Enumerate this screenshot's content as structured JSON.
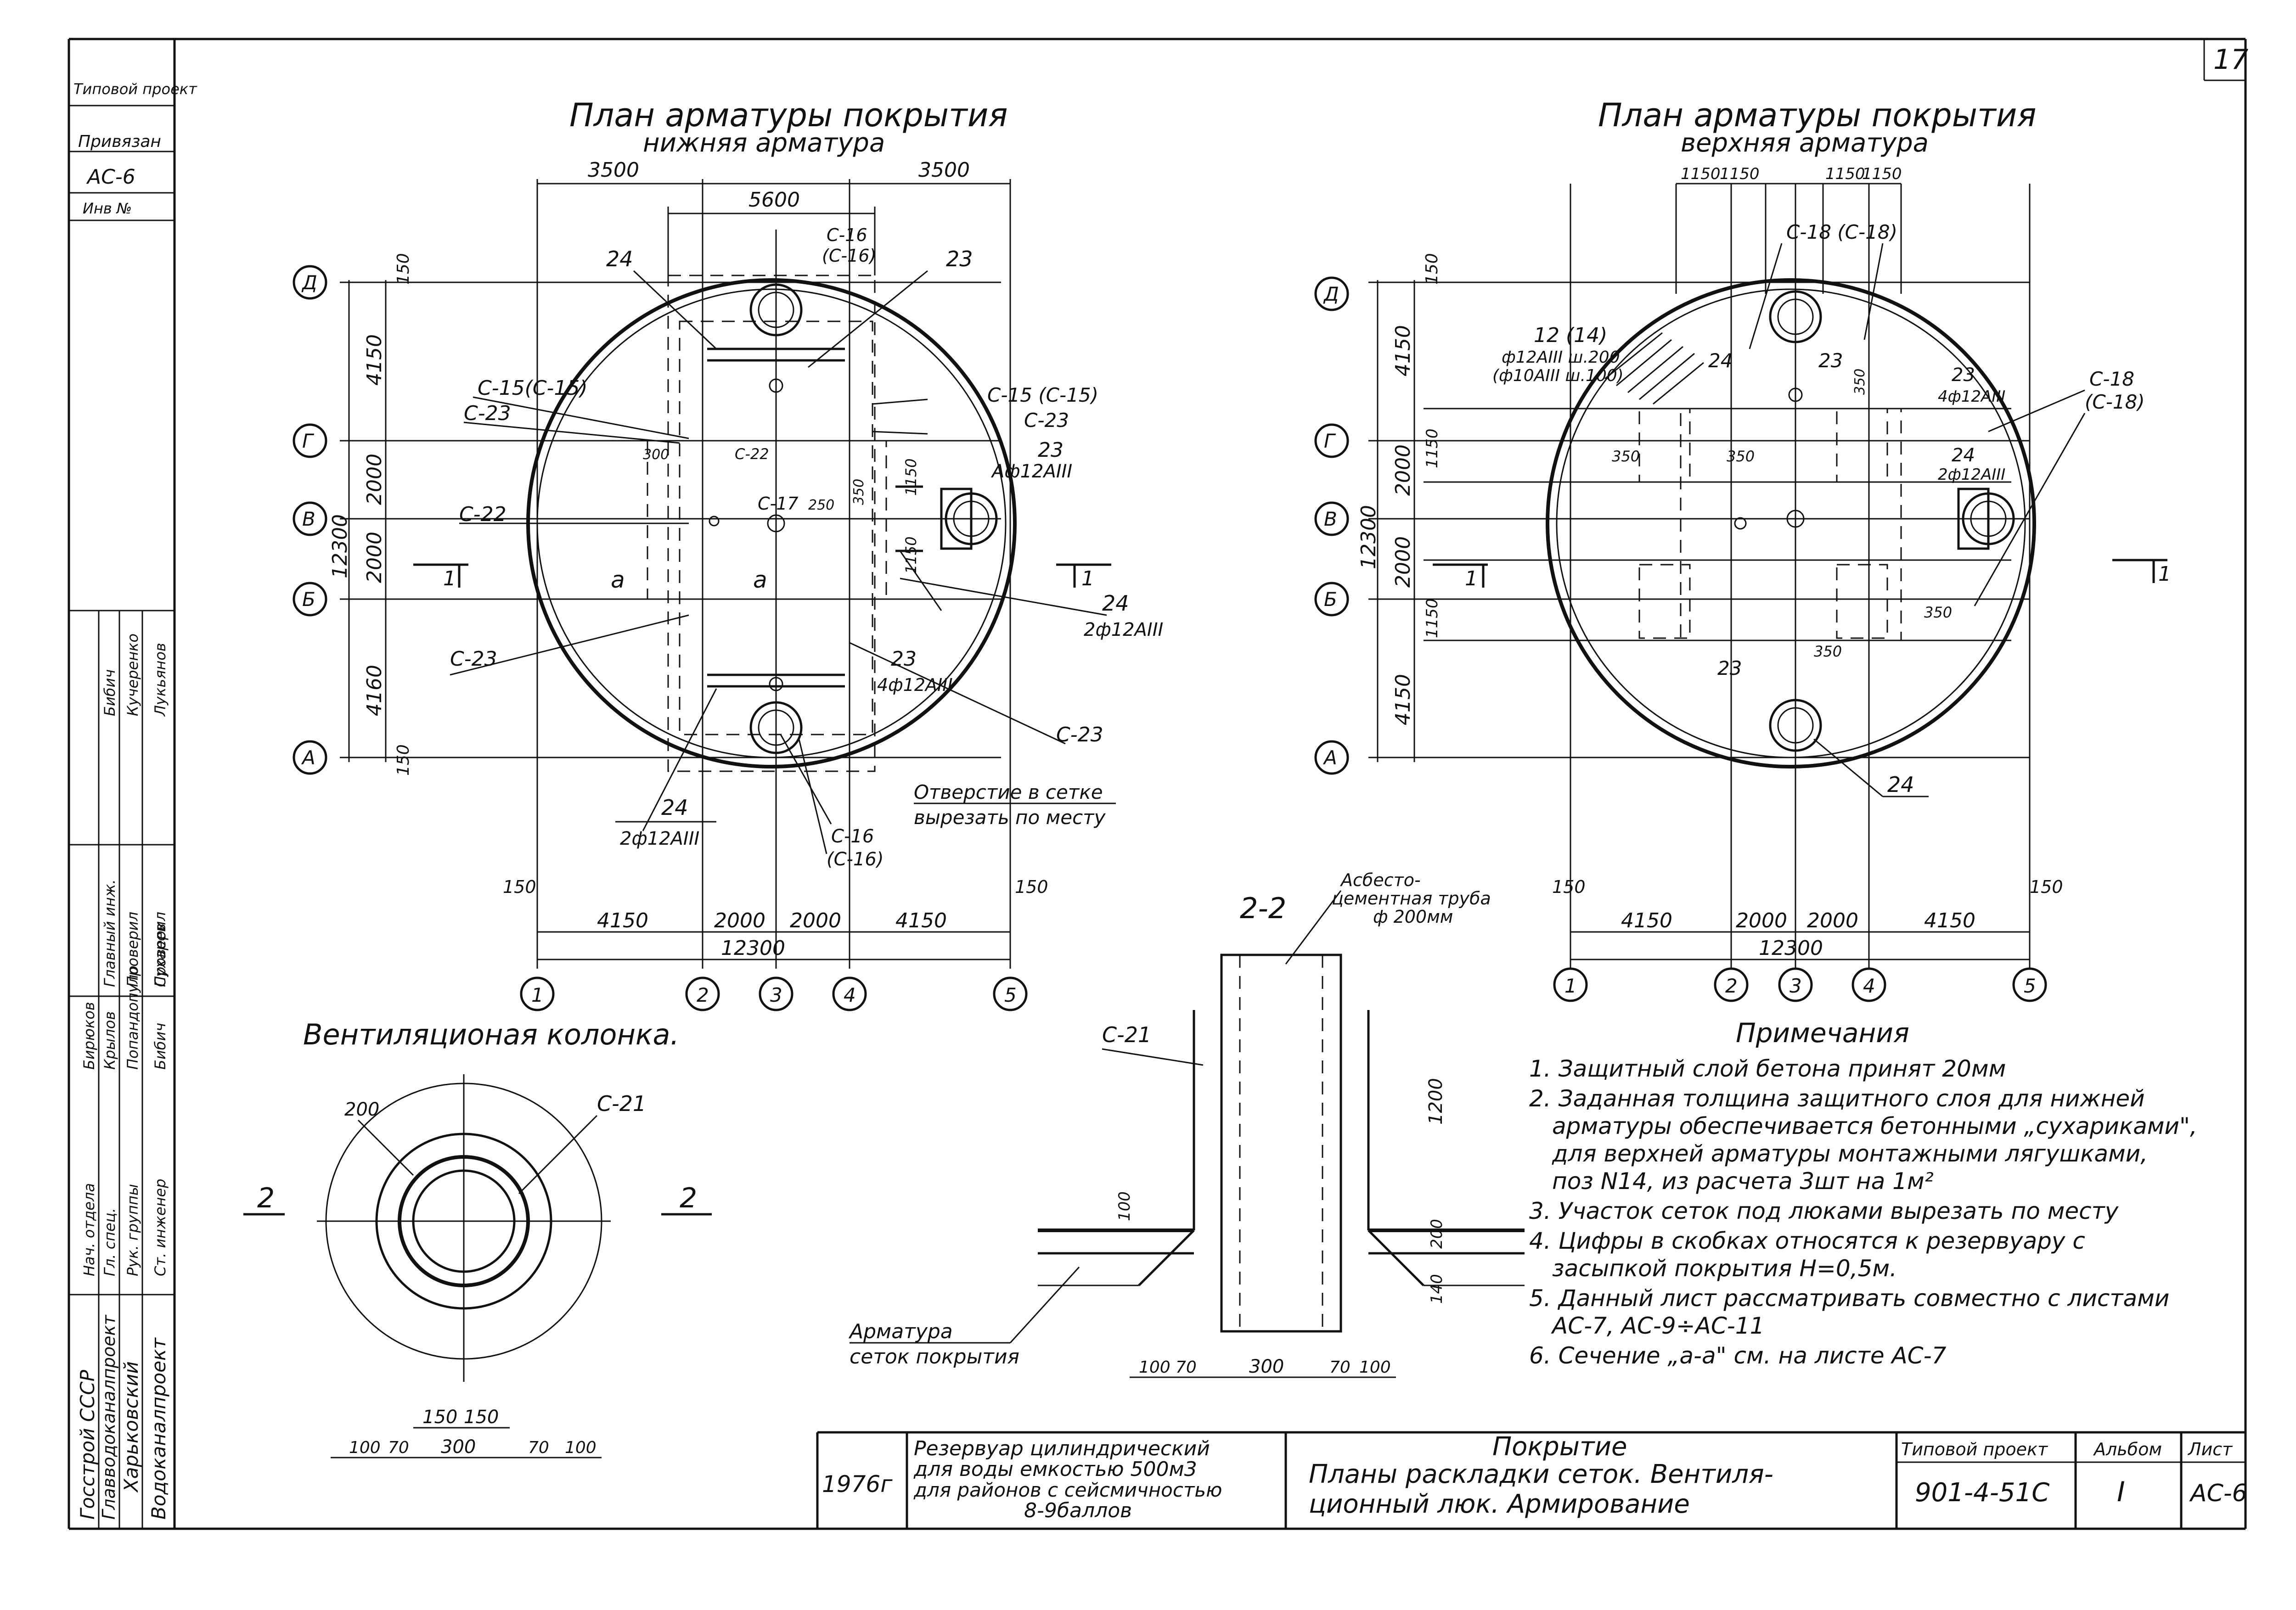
{
  "sheet_number": "17",
  "left_margin": {
    "stamp_top": [
      "Типовой проект",
      "Привязан",
      "АС-6",
      "Инв №"
    ],
    "org_lines": [
      "Госстрой СССР",
      "Главводоканалпроект",
      "Харьковский",
      "Водоканалпроект"
    ],
    "roles": [
      "Нач. отдела",
      "Гл. спец.",
      "Рук. группы",
      "Ст. инженер",
      "Исполнит."
    ],
    "names": [
      "Бирюков",
      "Крылов",
      "Попандопуло",
      "Бибич",
      "Сухарев"
    ],
    "roles2": [
      "Главный инж.",
      "Проверил",
      "Проверил"
    ],
    "names2": [
      "Бибич",
      "Кучеренко",
      "Лукьянов"
    ]
  },
  "plan_lower": {
    "title_line1": "План арматуры покрытия",
    "title_line2": "нижняя арматура",
    "dim_top": [
      "3500",
      "5600",
      "3500"
    ],
    "dim_bottom": [
      "150",
      "4150",
      "2000",
      "2000",
      "4150",
      "150"
    ],
    "dim_total": "12300",
    "dim_left": [
      "150",
      "4150",
      "2000",
      "2000",
      "4160",
      "150"
    ],
    "dim_left_total": "12300",
    "axes_letters": [
      "Д",
      "Г",
      "В",
      "Б",
      "А"
    ],
    "axes_numbers": [
      "1",
      "2",
      "3",
      "4",
      "5"
    ],
    "labels": {
      "c15_left": "С-15(С-15)",
      "c23_left": "С-23",
      "c22": "С-22",
      "c23_low": "С-23",
      "c16_top": "С-16",
      "c16_top_b": "(С-16)",
      "n23_top": "23",
      "n24_top": "24",
      "c15_right": "С-15 (С-15)",
      "c23_right": "С-23",
      "n23_mid": "23",
      "bar_mid": "Аф12АIII",
      "c17": "С-17",
      "c22_in": "С-22",
      "a1": "а",
      "a2": "а",
      "n300": "300",
      "n250": "250",
      "n1150a": "1150",
      "n1150b": "1150",
      "n350": "350",
      "n24_right": "24",
      "bar_right": "2ф12АIII",
      "n23_low": "23",
      "bar_low": "4ф12АIII",
      "c23_right_low": "С-23",
      "n24_bottom": "24",
      "bar_bottom": "2ф12АIII",
      "hole_line1": "Отверстие в сетке",
      "hole_line2": "вырезать по месту",
      "c16_bottom": "С-16",
      "c16_bottom_b": "(С-16)",
      "section": "1"
    }
  },
  "plan_upper": {
    "title_line1": "План арматуры покрытия",
    "title_line2": "верхняя арматура",
    "dim_top": [
      "1150",
      "1150",
      "1150",
      "1150"
    ],
    "dim_bottom": [
      "150",
      "4150",
      "2000",
      "2000",
      "4150",
      "150"
    ],
    "dim_total": "12300",
    "dim_left": [
      "150",
      "4150",
      "1150",
      "2000",
      "2000",
      "1150",
      "4150"
    ],
    "dim_left_total": "12300",
    "axes_letters": [
      "Д",
      "Г",
      "В",
      "Б",
      "А"
    ],
    "axes_numbers": [
      "1",
      "2",
      "3",
      "4",
      "5"
    ],
    "labels": {
      "c18_top": "С-18 (С-18)",
      "n12": "12 (14)",
      "bar12a": "ф12АIII ш.200",
      "bar12b": "(ф10АIII ш.100)",
      "n24a": "24",
      "n23a": "23",
      "n23b": "23",
      "bar_r": "4ф12АIII",
      "c18_right": "С-18",
      "c18_right_b": "(С-18)",
      "n24b": "24",
      "bar_r2": "2ф12АIII",
      "n350a": "350",
      "n350b": "350",
      "n350c": "350",
      "n350d": "350",
      "n350e": "350",
      "n23c": "23",
      "n24c": "24",
      "section": "1"
    }
  },
  "vent": {
    "title": "Вентиляционая колонка.",
    "label_c21": "С-21",
    "label_200": "200",
    "section_mark": "2",
    "dims": [
      "150",
      "150",
      "100",
      "70",
      "300",
      "70",
      "100"
    ]
  },
  "section22": {
    "title": "2-2",
    "pipe_line1": "Асбесто-",
    "pipe_line2": "цементная труба",
    "pipe_line3": "ф 200мм",
    "label_c21": "С-21",
    "dim_1200": "1200",
    "dim_100": "100",
    "dim_200": "200",
    "dim_140": "140",
    "rebar_line1": "Арматура",
    "rebar_line2": "сеток покрытия",
    "dims": [
      "100",
      "70",
      "300",
      "70",
      "100"
    ]
  },
  "notes": {
    "title": "Примечания",
    "items": [
      "1. Защитный слой бетона принят 20мм",
      "2. Заданная толщина защитного слоя для нижней",
      "арматуры обеспечивается бетонными „сухариками\",",
      "для верхней арматуры монтажными лягушками,",
      "поз N14, из расчета 3шт на 1м²",
      "3. Участок сеток под люками вырезать по месту",
      "4. Цифры в скобках относятся к резервуару с",
      "засыпкой покрытия  H=0,5м.",
      "5. Данный лист рассматривать совместно с листами",
      "АС-7, АС-9÷АС-11",
      "6. Сечение „а-а\" см. на листе  АС-7"
    ]
  },
  "title_block": {
    "year": "1976г",
    "project_line1": "Резервуар цилиндрический",
    "project_line2": "для воды емкостью 500м3",
    "project_line3": "для районов с сейсмичностью",
    "project_line4": "8-9баллов",
    "sheet_title1": "Покрытие",
    "sheet_title2": "Планы раскладки сеток. Вентиля-",
    "sheet_title3": "ционный люк. Армирование",
    "proj_label": "Типовой проект",
    "proj_value": "901-4-51С",
    "album_label": "Альбом",
    "album_value": "I",
    "sheet_label": "Лист",
    "sheet_value": "АС-6"
  }
}
